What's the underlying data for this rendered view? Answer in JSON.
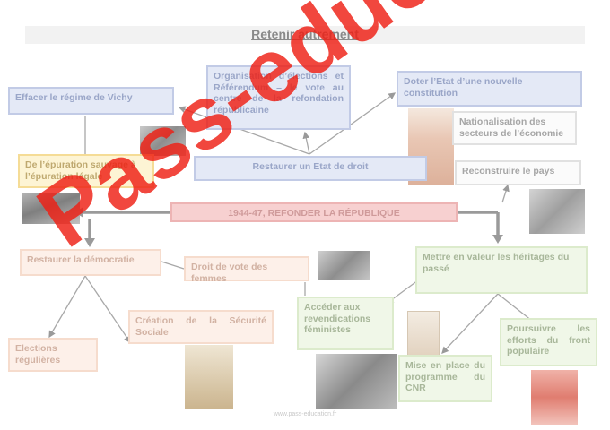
{
  "title": "Retenir autrement",
  "boxes": {
    "effacer": "Effacer le régime de Vichy",
    "organisation": "Organisation d’élections et Référendum – le vote au centre de la refondation républicaine",
    "doter": "Doter l’Etat d’une nouvelle constitution",
    "nationalisation": "Nationalisation des secteurs de l’économie",
    "epuration": "De l’épuration sauvage à l’épuration légale",
    "restaurer_etat": "Restaurer un Etat de droit",
    "reconstruire": "Reconstruire le pays",
    "center": "1944-47, REFONDER LA RÉPUBLIQUE",
    "restaurer_democratie": "Restaurer la démocratie",
    "droit_vote": "Droit de vote des femmes",
    "heritages": "Mettre en valeur les héritages du passé",
    "revendications": "Accéder aux revendications féministes",
    "securite": "Création de la Sécurité Sociale",
    "poursuivre": "Poursuivre les efforts du front populaire",
    "elections": "Elections régulières",
    "cnr": "Mise en place du programme du CNR"
  },
  "watermark": "Pass-education",
  "footer": "www.pass-education.fr",
  "colors": {
    "blue": "#e4e9f6",
    "yellow": "#fdf4d4",
    "pink": "#f7d0d0",
    "peach": "#fdf0e9",
    "green": "#f0f7e8",
    "watermark": "#ef1f14"
  }
}
